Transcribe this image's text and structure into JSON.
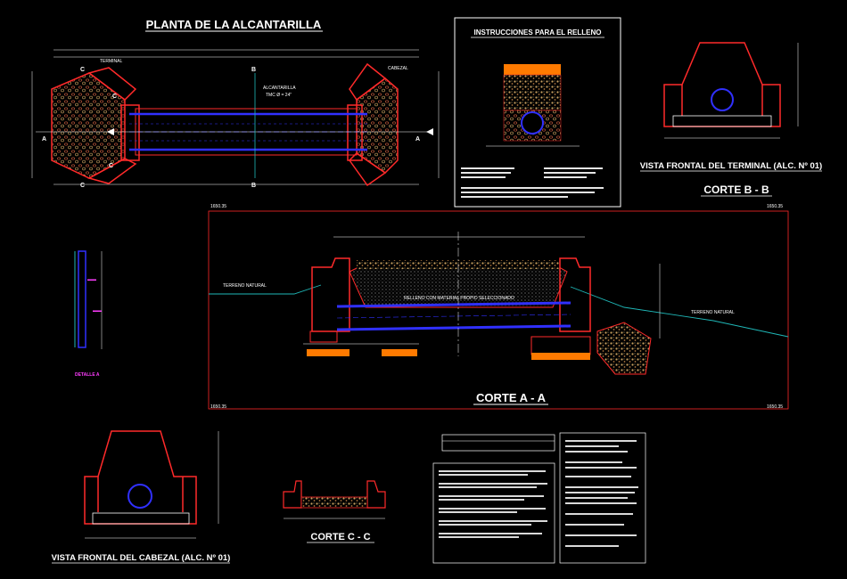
{
  "titles": {
    "plan": "PLANTA DE LA ALCANTARILLA",
    "instructions": "INSTRUCCIONES PARA EL RELLENO",
    "terminal_front": "VISTA FRONTAL DEL TERMINAL (ALC. Nº 01)",
    "section_bb": "CORTE B - B",
    "section_aa": "CORTE A - A",
    "head_front": "VISTA FRONTAL DEL CABEZAL (ALC. Nº 01)",
    "section_cc": "CORTE C - C"
  },
  "plan": {
    "pipe_label_1": "ALCANTARILLA",
    "pipe_label_2": "TMC Ø = 24\"",
    "marks": [
      "A",
      "A",
      "B",
      "B",
      "C",
      "C",
      "C",
      "C"
    ],
    "terminal": "TERMINAL",
    "cabezal": "CABEZAL"
  },
  "section_aa": {
    "left_elev": "1650.35",
    "right_elev": "1650.35",
    "bl_elev": "1650.35",
    "br_elev": "1650.35",
    "fill_label": "RELLENO CON MATERIAL PROPIO SELECCIONADO",
    "ground_left": "TERRENO NATURAL",
    "ground_right": "TERRENO NATURAL"
  },
  "colors": {
    "bg": "#000000",
    "structure": "#ff2a2a",
    "pipe": "#3030ff",
    "ground": "#1fb8b8",
    "fill": "#c8a060",
    "dim": "#ffffff",
    "dashed": "#ffff00",
    "magenta": "#ff3dff",
    "orange": "#ff7a00"
  },
  "side_detail": {
    "label": "DETALLE A"
  }
}
